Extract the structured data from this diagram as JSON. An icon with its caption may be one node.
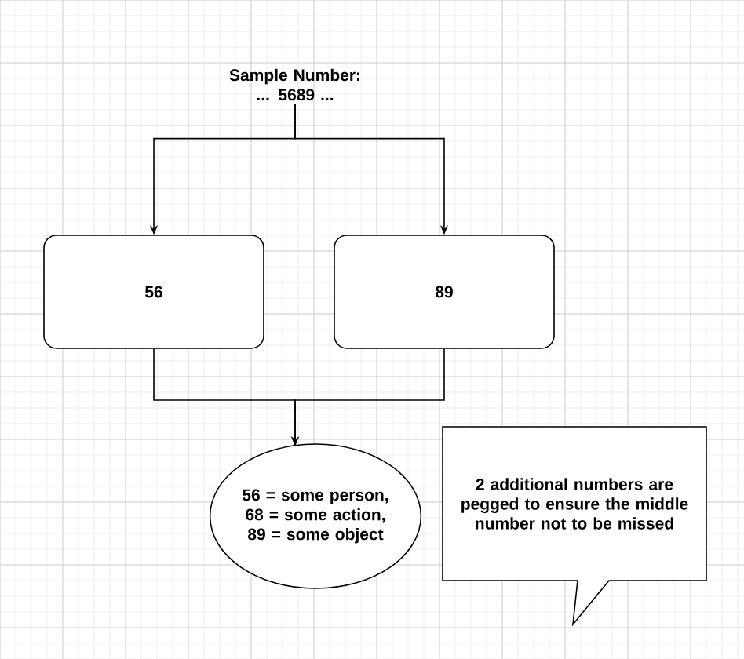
{
  "diagram": {
    "nodes": [
      {
        "text": [
          "Sample Number: ... 5689 ..."
        ]
      },
      {
        "text": [
          "56"
        ]
      },
      {
        "text": [
          "89"
        ]
      },
      {
        "text": [
          "56 = some person, 68 = some action, 89 = some object"
        ]
      },
      {
        "text": [
          "2 additional numbers are pegged to ensure the middle number not to be missed"
        ]
      }
    ],
    "edges": [
      {
        "from": 0,
        "to": 1,
        "arrow": "to"
      },
      {
        "from": 0,
        "to": 2,
        "arrow": "to"
      },
      {
        "from": 1,
        "to": 3,
        "arrow": "to"
      },
      {
        "from": 2,
        "to": 3,
        "arrow": "to"
      }
    ]
  }
}
